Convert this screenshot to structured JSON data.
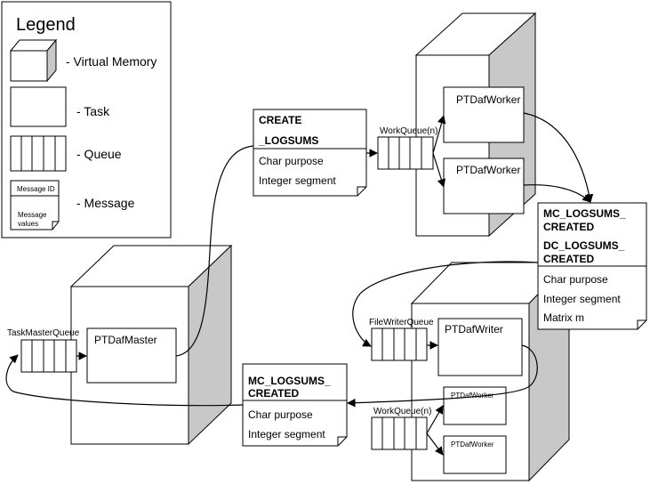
{
  "legend": {
    "title": "Legend",
    "virtual_memory": "- Virtual Memory",
    "task": "- Task",
    "queue": "- Queue",
    "message": "- Message",
    "message_id": "Message ID",
    "message_values_1": "Message",
    "message_values_2": "values"
  },
  "create_msg": {
    "title_1": "CREATE",
    "title_2": "_LOGSUMS",
    "field_1": "Char purpose",
    "field_2": "Integer segment"
  },
  "created_msg_right": {
    "title_1": "MC_LOGSUMS_",
    "title_2": "CREATED",
    "title_3": "DC_LOGSUMS_",
    "title_4": "CREATED",
    "field_1": "Char purpose",
    "field_2": "Integer segment",
    "field_3": "Matrix m"
  },
  "created_msg_bottom": {
    "title_1": "MC_LOGSUMS_",
    "title_2": "CREATED",
    "field_1": "Char purpose",
    "field_2": "Integer segment"
  },
  "queues": {
    "work_queue_top": "WorkQueue(n)",
    "task_master_queue": "TaskMasterQueue",
    "file_writer_queue": "FileWriterQueue",
    "work_queue_bottom": "WorkQueue(n)"
  },
  "tasks": {
    "worker_top_1": "PTDafWorker",
    "worker_top_2": "PTDafWorker",
    "master": "PTDafMaster",
    "writer": "PTDafWriter",
    "worker_small_1": "PTDafWorker",
    "worker_small_2": "PTDafWorker"
  }
}
